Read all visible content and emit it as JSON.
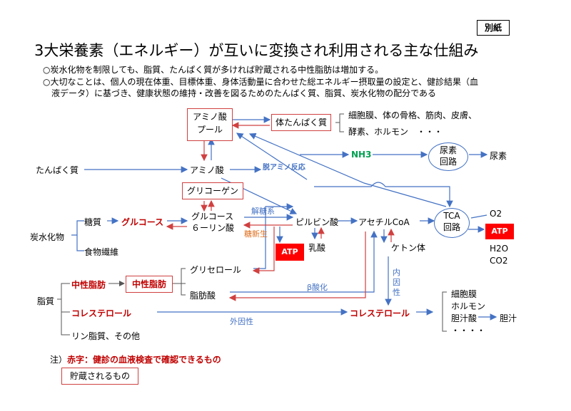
{
  "colors": {
    "red": "#c00000",
    "blue": "#4472c4",
    "green": "#00a050",
    "atp_bg": "#ff0000"
  },
  "badge": "別紙",
  "title": "3大栄養素（エネルギー）が互いに変換され利用される主な仕組み",
  "notes": {
    "line1": "○炭水化物を制限しても、脂質、たんぱく質が多ければ貯蔵される中性脂肪は増加する。",
    "line2": "○大切なことは、個人の現在体重、目標体重、身体活動量に合わせた総エネルギー摂取量の設定と、健診結果（血",
    "line3": "液データ）に基づき、健康状態の維持・改善を図るためのたんぱく質、脂質、炭水化物の配分である"
  },
  "nodes": {
    "amino_pool_1": "アミノ酸",
    "amino_pool_2": "プール",
    "body_protein": "体たんぱく質",
    "body_protein_uses_1": "細胞膜、体の骨格、筋肉、皮膚、",
    "body_protein_uses_2": "酵素、ホルモン　・・・",
    "protein": "たんぱく質",
    "amino_acid": "アミノ酸",
    "deamination": "脱アミノ反応",
    "nh3": "NH3",
    "urea_cycle_1": "尿素",
    "urea_cycle_2": "回路",
    "urea": "尿素",
    "glycogen": "グリコーゲン",
    "gluconeogenesis_label": "解糖系",
    "carbohydrate": "炭水化物",
    "sugar": "糖質",
    "glucose": "グルコース",
    "g6p_1": "グルコース",
    "g6p_2": "６ーリン酸",
    "neoglucogenesis": "糖新生",
    "pyruvate": "ピルビン酸",
    "acetyl_coa": "アセチルCoA",
    "tca_1": "TCA",
    "tca_2": "回路",
    "o2": "O2",
    "atp": "ATP",
    "h2o": "H2O",
    "co2": "CO2",
    "lactate": "乳酸",
    "ketone": "ケトン体",
    "fiber": "食物繊維",
    "glycerol": "グリセロール",
    "fatty_acid": "脂肪酸",
    "beta_oxidation": "β酸化",
    "endogenous_1": "内",
    "endogenous_2": "因",
    "endogenous_3": "性",
    "lipid": "脂質",
    "neutral_fat": "中性脂肪",
    "neutral_fat_box": "中性脂肪",
    "cholesterol": "コレステロール",
    "exogenous": "外因性",
    "cholesterol_2": "コレステロール",
    "chol_uses_1": "細胞膜",
    "chol_uses_2": "ホルモン",
    "chol_uses_3": "胆汁酸",
    "chol_uses_4": "・・・・",
    "bile": "胆汁",
    "phospholipid": "リン脂質、その他"
  },
  "legend": {
    "red_note_prefix": "注）",
    "red_note": "赤字：健診の血液検査で確認できるもの",
    "box_note": "貯蔵されるもの"
  }
}
